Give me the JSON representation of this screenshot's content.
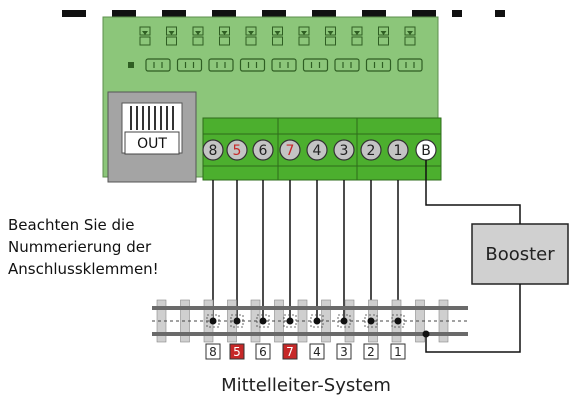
{
  "out_label": "OUT",
  "booster_label": "Booster",
  "note_lines": [
    "Beachten Sie die",
    "Nummerierung der",
    "Anschlussklemmen!"
  ],
  "caption": "Mittelleiter-System",
  "terminals": [
    {
      "label": "8",
      "highlight": false
    },
    {
      "label": "5",
      "highlight": true
    },
    {
      "label": "6",
      "highlight": false
    },
    {
      "label": "7",
      "highlight": true
    },
    {
      "label": "4",
      "highlight": false
    },
    {
      "label": "3",
      "highlight": false
    },
    {
      "label": "2",
      "highlight": false
    },
    {
      "label": "1",
      "highlight": false
    },
    {
      "label": "B",
      "highlight": false
    }
  ],
  "track_labels": [
    {
      "label": "8",
      "highlight": false
    },
    {
      "label": "5",
      "highlight": true
    },
    {
      "label": "6",
      "highlight": false
    },
    {
      "label": "7",
      "highlight": true
    },
    {
      "label": "4",
      "highlight": false
    },
    {
      "label": "3",
      "highlight": false
    },
    {
      "label": "2",
      "highlight": false
    },
    {
      "label": "1",
      "highlight": false
    }
  ],
  "colors": {
    "board": "#8cc67a",
    "terminal_block": "#4caf2e",
    "highlight": "#c62828",
    "booster": "#d0d0d0",
    "connector": "#9a9a9a"
  }
}
